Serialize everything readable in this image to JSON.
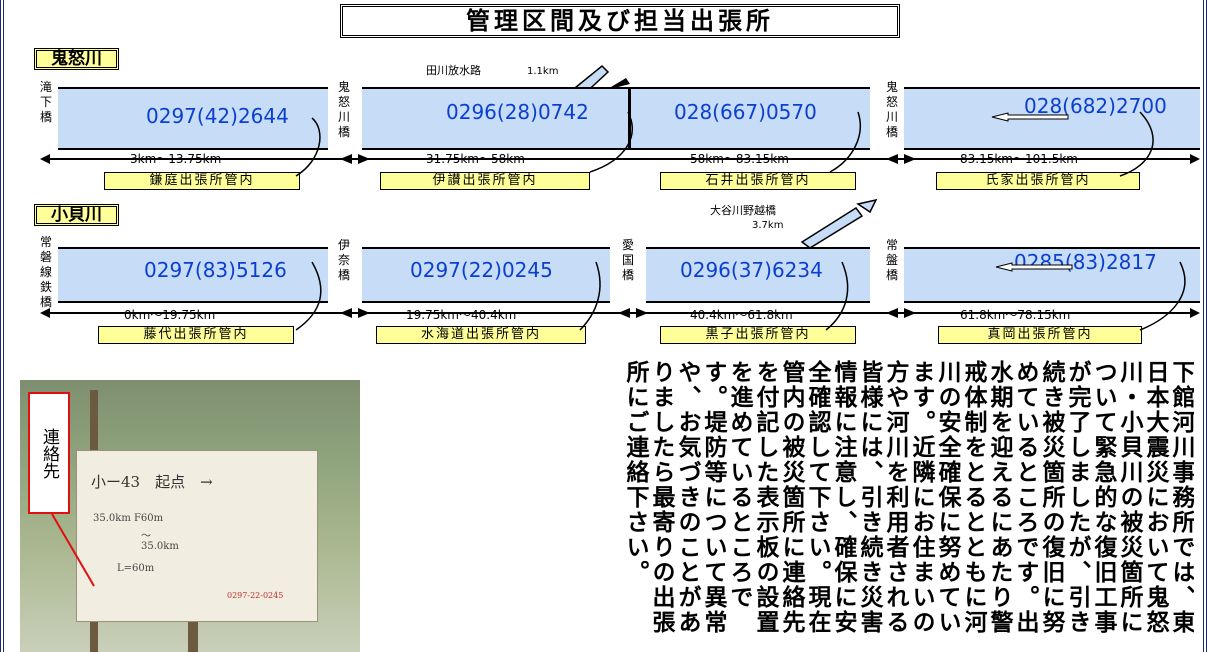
{
  "title": "管理区間及び担当出張所",
  "rivers": [
    {
      "name": "鬼怒川",
      "left_end_label": "滝下橋",
      "note_top": "田川放水路",
      "note_top_km": "1.1km",
      "segments": [
        {
          "phone": "0297(42)2644",
          "km": "3km～13.75km",
          "office": "鎌庭出張所管内",
          "right_label": "鬼怒川橋"
        },
        {
          "phone": "0296(28)0742",
          "km": "31.75km～58km",
          "office": "伊讃出張所管内",
          "right_label": ""
        },
        {
          "phone": "028(667)0570",
          "km": "58km～83.15km",
          "office": "石井出張所管内",
          "right_label": "鬼怒川橋"
        },
        {
          "phone": "028(682)2700",
          "km": "83.15km～101.5km",
          "office": "氏家出張所管内",
          "right_label": ""
        }
      ]
    },
    {
      "name": "小貝川",
      "left_end_label": "常磐線鉄橋",
      "note_top": "大谷川野越橋",
      "note_top_km": "3.7km",
      "segments": [
        {
          "phone": "0297(83)5126",
          "km": "0km～19.75km",
          "office": "藤代出張所管内",
          "right_label": "伊奈橋"
        },
        {
          "phone": "0297(22)0245",
          "km": "19.75km～40.4km",
          "office": "水海道出張所管内",
          "right_label": "愛国橋"
        },
        {
          "phone": "0296(37)6234",
          "km": "40.4km～61.8km",
          "office": "黒子出張所管内",
          "right_label": "常盤橋"
        },
        {
          "phone": "0285(83)2817",
          "km": "61.8km～78.15km",
          "office": "真岡出張所管内",
          "right_label": ""
        }
      ]
    }
  ],
  "photo": {
    "contact_label": "連絡先",
    "sign_title": "小ー43　起点　→",
    "sign_line1": "35.0km F60m",
    "sign_line2": "～",
    "sign_line3": "35.0km",
    "sign_line4": "L=60m",
    "sign_line5": "0297-22-0245"
  },
  "body_text": "下館河川事務所では、東日本大震災において鬼怒川・小貝川の被災箇所について緊急的な復旧工事が完了しましたが、引き続き被災箇所の復旧に努めているところです。出水期を迎えるにあたり警戒体制をとるとともに河川の安全確保に努めています。近隣にお住まいの方や河川を利用者される皆様には、引き続き災害情報に注意し、確保に安全確認して下さい。現在管内の被災箇所に連絡先を付記した表示板の設置を進めているところです。堤防等について異常や、お気づきのことがありましたら最寄りの出張所にご連絡下さい。"
}
